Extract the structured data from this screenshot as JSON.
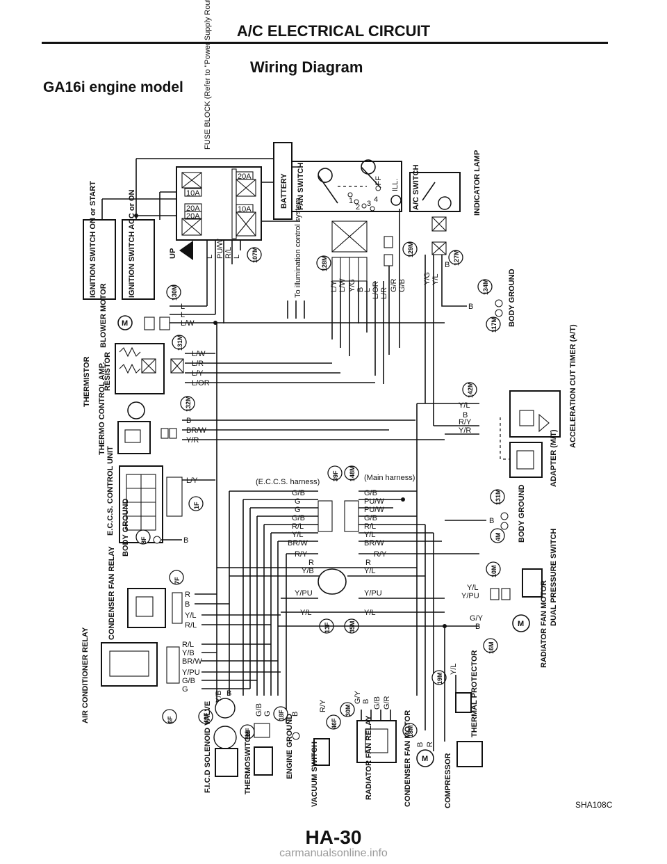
{
  "header": {
    "title": "A/C ELECTRICAL CIRCUIT",
    "subtitle": "Wiring Diagram",
    "model": "GA16i engine model"
  },
  "footer": {
    "page_number": "HA-30",
    "figure_code": "SHA108C",
    "watermark": "carmanualsonline.info"
  },
  "components": {
    "fuse_block": "FUSE BLOCK (Refer to \"Power Supply Routing\" in EL section.)",
    "ignition_on": "IGNITION SWITCH ON or START",
    "ignition_acc": "IGNITION SWITCH ACC or ON",
    "battery": "BATTERY",
    "fan_switch": "FAN SWITCH",
    "ac_switch": "A/C SWITCH",
    "indicator_lamp": "INDICATOR LAMP",
    "blower_motor": "BLOWER MOTOR",
    "resistor": "RESISTOR",
    "thermistor": "THERMISTOR",
    "thermo_amp": "THERMO CONTROL AMP.",
    "eccs_unit": "E.C.C.S. CONTROL UNIT",
    "illumination": "To illumination control system",
    "body_ground_1": "BODY GROUND",
    "body_ground_2": "BODY GROUND",
    "body_ground_3": "BODY GROUND",
    "accel_timer": "ACCELERATION CUT TIMER (A/T)",
    "adapter": "ADAPTER (M/T)",
    "eccs_harness": "(E.C.C.S. harness)",
    "main_harness": "(Main harness)",
    "condenser_relay": "CONDENSER FAN RELAY",
    "ac_relay": "AIR CONDITIONER RELAY",
    "dual_pressure": "DUAL PRESSURE SWITCH",
    "radiator_motor": "RADIATOR FAN MOTOR",
    "fic_valve": "F.I.C.D SOLENOID VALVE",
    "thermoswitch": "THERMOSWITCH",
    "engine_ground": "ENGINE GROUND",
    "vacuum_switch": "VACUUM SWITCH",
    "radiator_relay": "RADIATOR FAN RELAY",
    "condenser_motor": "CONDENSER FAN MOTOR",
    "compressor": "COMPRESSOR",
    "thermal_protector": "THERMAL PROTECTOR",
    "up": "UP",
    "off": "OFF",
    "ill": "ILL."
  },
  "fuses": [
    "10A",
    "20A",
    "20A",
    "10A",
    "20A"
  ],
  "fan_switch_positions": [
    "1",
    "2",
    "3",
    "4"
  ],
  "connectors": [
    "130M",
    "131M",
    "132M",
    "107M",
    "128M",
    "129M",
    "127M",
    "134M",
    "117M",
    "142M",
    "39F",
    "148M",
    "1F",
    "131M",
    "4M",
    "8F",
    "7F",
    "10M",
    "13F",
    "35M",
    "16M",
    "6F",
    "49F",
    "52F",
    "18F",
    "46F",
    "30M",
    "19M",
    "18M"
  ],
  "wire_groups": {
    "fuse_right": [
      "L",
      "PU/W",
      "R/L",
      "L"
    ],
    "blower": [
      "L",
      "L",
      "L/W"
    ],
    "resistor": [
      "L/W",
      "L/R",
      "L/Y",
      "L/OR"
    ],
    "amp": [
      "B",
      "BR/W",
      "Y/R"
    ],
    "fan_switch": [
      "L/Y",
      "L/W",
      "Y/G",
      "B",
      "L",
      "L/OR",
      "L/R",
      "G/R",
      "G/B"
    ],
    "ac_switch": [
      "Y/G",
      "Y/L",
      "B"
    ],
    "accel": [
      "Y/L",
      "B",
      "R/Y",
      "Y/R"
    ],
    "eccs": [
      "L/Y"
    ],
    "harness_left": [
      "G/B",
      "G",
      "G",
      "G/B",
      "R/L",
      "Y/L",
      "BR/W",
      "R/Y"
    ],
    "harness_right": [
      "G/B",
      "PU/W",
      "PU/W",
      "G/B",
      "R/L",
      "Y/L",
      "BR/W",
      "R/Y"
    ],
    "mid_left": [
      "R",
      "Y/B",
      "Y/PU",
      "Y/L"
    ],
    "mid_right": [
      "R",
      "Y/L",
      "Y/PU",
      "Y/L"
    ],
    "body_ground_3": [
      "B"
    ],
    "body_ground_1": [
      "B"
    ],
    "dual_pressure": [
      "Y/L",
      "Y/PU"
    ],
    "radiator": [
      "G/Y",
      "B"
    ],
    "condenser_relay": [
      "R",
      "B",
      "Y/L",
      "R/L"
    ],
    "ac_relay": [
      "R/L",
      "Y/B",
      "BR/W",
      "Y/PU",
      "G/B",
      "G"
    ],
    "lower": [
      "Y/B",
      "B",
      "G/B",
      "G",
      "B",
      "R/Y",
      "G/Y",
      "B",
      "G/B",
      "G/R",
      "Y/L",
      "B",
      "R"
    ]
  }
}
